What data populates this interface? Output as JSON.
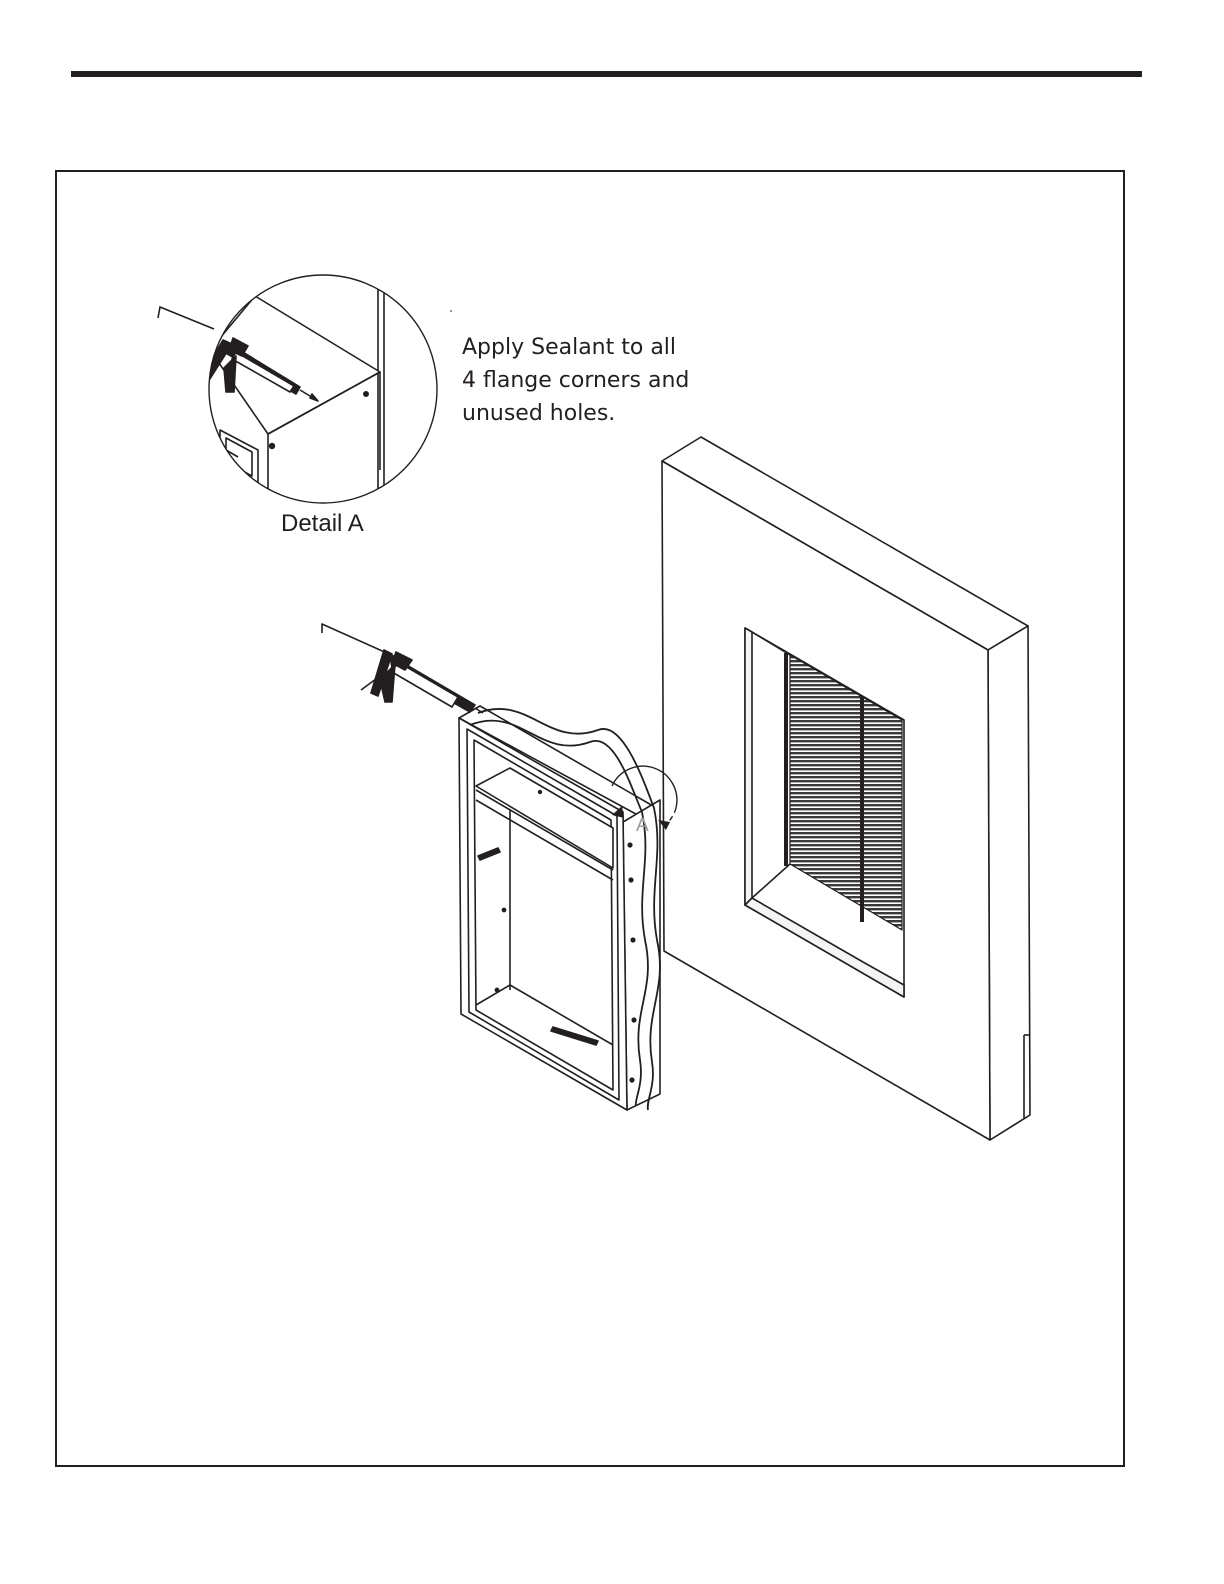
{
  "note": {
    "lines": [
      "Apply Sealant to all",
      "4 flange corners and",
      "unused holes."
    ]
  },
  "detail": {
    "title": "Detail A",
    "callout_letter": "A"
  },
  "colors": {
    "ink": "#231f20",
    "grille": "#3a3a3a",
    "callout_letter": "#9a9a9a"
  }
}
